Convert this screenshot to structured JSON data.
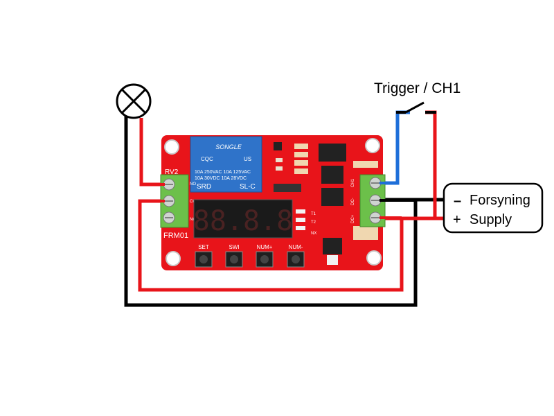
{
  "diagram": {
    "trigger_label": "Trigger / CH1",
    "supply_minus_sign": "–",
    "supply_minus_label": "Forsyning",
    "supply_plus_sign": "+",
    "supply_plus_label": "Supply",
    "board_name": "FRM01",
    "relay_brand": "SONGLE",
    "relay_line1": "10A 250VAC  10A 125VAC",
    "relay_line2": "10A 30VDC   10A 28VDC",
    "relay_model_left": "SRD",
    "relay_model_right": "SL-C",
    "relay_cert": "CQC",
    "relay_us": "US",
    "rv_label": "RV2",
    "buttons": [
      "SET",
      "SWI",
      "NUM+",
      "NUM-"
    ],
    "display_digits": "88.8.8",
    "terminal_labels": {
      "no": "NO",
      "com": "COM",
      "nc": "NC",
      "ch1": "CH1",
      "dc_minus": "DC-",
      "dc_plus": "DC+"
    },
    "led_labels": [
      "T1",
      "T2",
      "NX"
    ],
    "colors": {
      "board": "#e8141a",
      "relay": "#2f73c9",
      "terminal": "#6cc04a",
      "wire_red": "#e8141a",
      "wire_black": "#000000",
      "wire_blue": "#1e6fd9"
    },
    "icons": {
      "lamp": "lamp-icon",
      "switch": "switch-icon"
    }
  }
}
